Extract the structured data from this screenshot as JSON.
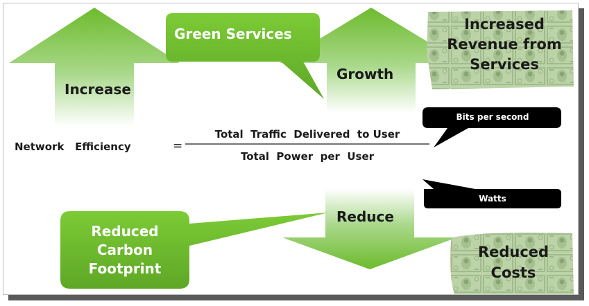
{
  "labels": {
    "increase": "Increase",
    "green_services": "Green Services",
    "growth": "Growth",
    "increased_revenue": [
      "Increased",
      "Revenue from",
      "Services"
    ],
    "network_efficiency": "Network   Efficiency",
    "equals": "=",
    "numerator": "Total  Traffic  Delivered  to User",
    "denominator": "Total  Power  per  User",
    "bits_per_second": "Bits per second",
    "watts": "Watts",
    "reduce": "Reduce",
    "reduced_carbon": [
      "Reduced",
      "Carbon",
      "Footprint"
    ],
    "reduced_costs": [
      "Reduced",
      "Costs"
    ]
  },
  "colors": {
    "green": "#6dbb2d",
    "green_dark": "#4f9a1e",
    "money": "#b9cfa6",
    "black": "#000000",
    "shadow": "#5a5a5a"
  },
  "icons": {
    "money_texture": "banknote-texture"
  }
}
